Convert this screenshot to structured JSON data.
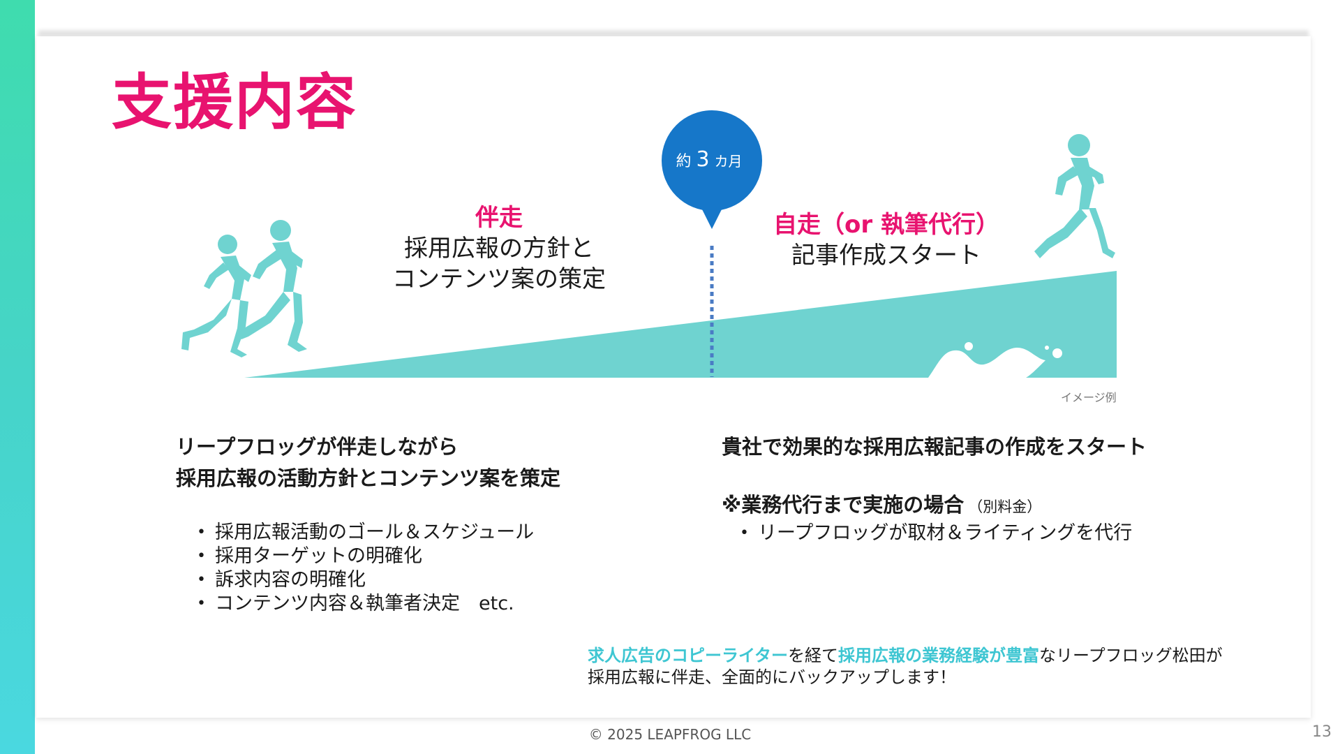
{
  "slide": {
    "title": "支援内容",
    "page_number": "13",
    "footer": "© 2025 LEAPFROG LLC"
  },
  "diagram": {
    "pin": {
      "prefix": "約",
      "number": "3",
      "unit": "カ月"
    },
    "phase1": {
      "heading": "伴走",
      "lines": [
        "採用広報の方針と",
        "コンテンツ案の策定"
      ]
    },
    "phase2": {
      "heading": "自走（or 執筆代行）",
      "lines": [
        "記事作成スタート"
      ]
    },
    "image_note": "イメージ例",
    "colors": {
      "teal": "#6fd3d0",
      "pin_blue": "#1677c9",
      "dash": "#4a7bc4"
    }
  },
  "left": {
    "heading_lines": [
      "リープフロッグが伴走しながら",
      "採用広報の活動方針とコンテンツ案を策定"
    ],
    "bullets": [
      "採用広報活動のゴール＆スケジュール",
      "採用ターゲットの明確化",
      "訴求内容の明確化",
      "コンテンツ内容＆執筆者決定　etc."
    ]
  },
  "right": {
    "heading": "貴社で効果的な採用広報記事の作成をスタート",
    "note_heading": "※業務代行まで実施の場合",
    "note_small": "（別料金）",
    "bullets": [
      "リープフロッグが取材＆ライティングを代行"
    ]
  },
  "message": {
    "hl1": "求人広告のコピーライター",
    "t1": "を経て",
    "hl2": "採用広報の業務経験が豊富",
    "t2": "なリープフロッグ松田が",
    "line2": "採用広報に伴走、全面的にバックアップします！"
  },
  "theme": {
    "title_pink": "#e8136f",
    "highlight_cyan": "#3ec6d2",
    "sidebar_gradient": [
      "#3fdcae",
      "#4ad8e0"
    ]
  }
}
